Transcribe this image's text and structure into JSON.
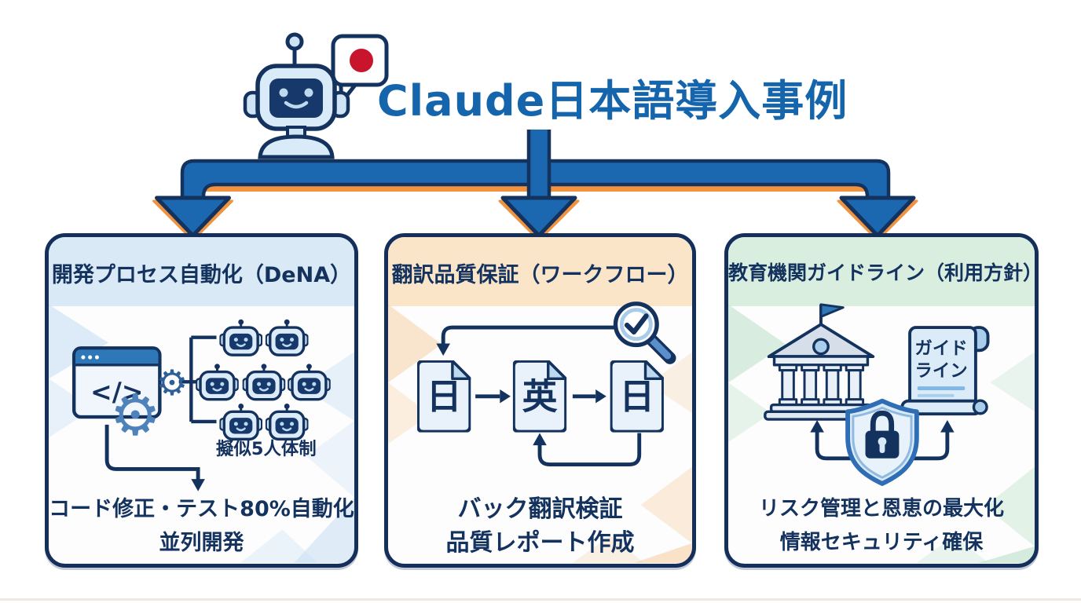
{
  "header": {
    "title": "Claude日本語導入事例"
  },
  "icons": {
    "gear_glyph": "⚙"
  },
  "colors": {
    "navy_outline": "#14325e",
    "accent_blue": "#1b67b0",
    "accent_orange": "#f0923e",
    "flag_red": "#c8142c",
    "panel_blue_tint": "#d9e9f6",
    "panel_orange_tint": "#fbe5c9",
    "panel_green_tint": "#d9eedf"
  },
  "panels": [
    {
      "header": "開発プロセス自動化（DeNA）",
      "code_symbol": "</>",
      "team_label": "擬似5人体制",
      "result_line1": "コード修正・テスト80%自動化",
      "result_line2": "並列開発"
    },
    {
      "header": "翻訳品質保証（ワークフロー）",
      "doc_labels": [
        "日",
        "英",
        "日"
      ],
      "result_line1": "バック翻訳検証",
      "result_line2": "品質レポート作成"
    },
    {
      "header": "教育機関ガイドライン（利用方針）",
      "scroll_line1": "ガイド",
      "scroll_line2": "ライン",
      "result_line1": "リスク管理と恩恵の最大化",
      "result_line2": "情報セキュリティ確保"
    }
  ]
}
